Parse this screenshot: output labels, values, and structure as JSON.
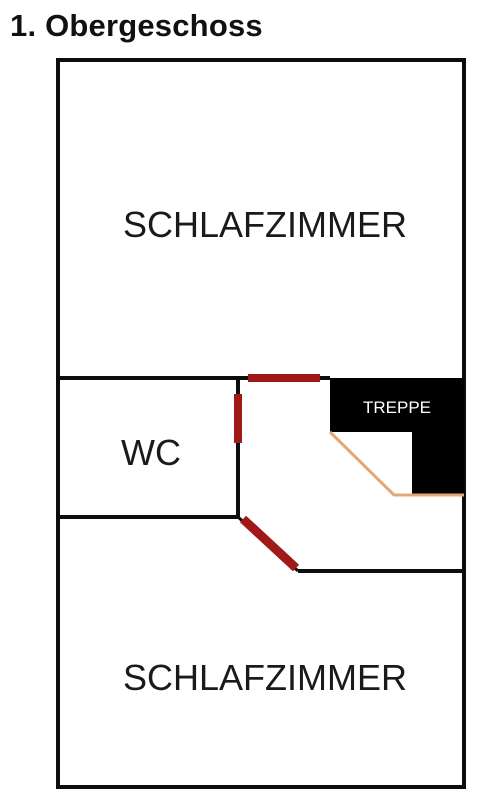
{
  "title": "1. Obergeschoss",
  "rooms": {
    "bedroom_top": "SCHLAFZIMMER",
    "wc": "WC",
    "stairs": "TREPPE",
    "bedroom_bottom": "SCHLAFZIMMER"
  },
  "colors": {
    "walls": "#0d0d0d",
    "doors": "#a01818",
    "stair_fill": "#000000",
    "stair_edge": "#e0a878"
  }
}
